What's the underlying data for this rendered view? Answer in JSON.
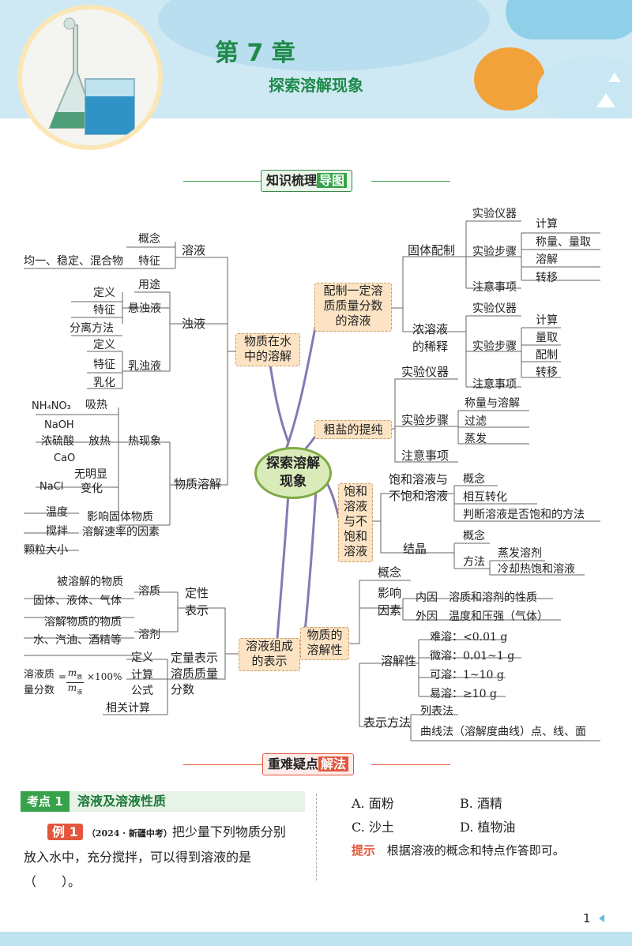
{
  "header": {
    "chapter": "第 7 章",
    "subtitle": "探索溶解现象"
  },
  "section1": {
    "title_plain": "知识梳理",
    "title_hl": "导图"
  },
  "mindmap": {
    "center": [
      "探索溶解",
      "现象"
    ],
    "left_top": {
      "hub": [
        "物质在水",
        "中的溶解"
      ],
      "solution": "溶液",
      "concept": "概念",
      "feature": "特征",
      "feature_desc": "均一、稳定、混合物",
      "turbid": "浊液",
      "use": "用途",
      "suspension": "悬浊液",
      "susp_items": [
        "定义",
        "特征",
        "分离方法"
      ],
      "emulsion": "乳浊液",
      "emul_items": [
        "定义",
        "特征",
        "乳化"
      ],
      "dissolve": "物质溶解",
      "heat": "热现象",
      "absorb": "吸热",
      "release": "放热",
      "no_change": [
        "无明显",
        "变化"
      ],
      "nh4no3": "NH₄NO₃",
      "naoh": "NaOH",
      "h2so4": "浓硫酸",
      "cao": "CaO",
      "nacl": "NaCl",
      "factors": [
        "温度",
        "搅拌",
        "颗粒大小"
      ],
      "rate": [
        "影响固体物质",
        "溶解速率的因素"
      ]
    },
    "left_bottom": {
      "hub": [
        "溶液组成",
        "的表示"
      ],
      "qual": [
        "定性",
        "表示"
      ],
      "solute": "溶质",
      "solute_desc": [
        "被溶解的物质",
        "固体、液体、气体"
      ],
      "solvent": "溶剂",
      "solvent_desc": [
        "溶解物质的物质",
        "水、汽油、酒精等"
      ],
      "quant": [
        "定量表示",
        "溶质质量",
        "分数"
      ],
      "def": "定义",
      "formula": [
        "计算",
        "公式"
      ],
      "formula_left": [
        "溶液质",
        "量分数"
      ],
      "formula_num": "m",
      "formula_num_sub": "质",
      "formula_den": "m",
      "formula_den_sub": "液",
      "formula_eq": "=",
      "formula_tail": "×100%",
      "calc": "相关计算"
    },
    "right_top": {
      "hub": [
        "配制一定溶",
        "质质量分数",
        "的溶液"
      ],
      "solid": "固体配制",
      "instr": "实验仪器",
      "steps": "实验步骤",
      "steps_solid": [
        "计算",
        "称量、量取",
        "溶解",
        "转移"
      ],
      "notes": "注意事项",
      "dilute": [
        "浓溶液",
        "的稀释"
      ],
      "instr2": "实验仪器",
      "steps2": "实验步骤",
      "steps_dilute": [
        "计算",
        "量取",
        "配制",
        "转移"
      ],
      "notes2": "注意事项"
    },
    "right_mid": {
      "hub": "粗盐的提纯",
      "instr": "实验仪器",
      "steps": "实验步骤",
      "step_items": [
        "称量与溶解",
        "过滤",
        "蒸发"
      ],
      "notes": "注意事项"
    },
    "right_sat": {
      "hub": [
        "饱和",
        "溶液",
        "与不",
        "饱和",
        "溶液"
      ],
      "sat": [
        "饱和溶液与",
        "不饱和溶液"
      ],
      "sat_items": [
        "概念",
        "相互转化",
        "判断溶液是否饱和的方法"
      ],
      "cryst": "结晶",
      "cryst_concept": "概念",
      "method": "方法",
      "method_items": [
        "蒸发溶剂",
        "冷却热饱和溶液"
      ]
    },
    "right_bottom": {
      "hub": [
        "物质的",
        "溶解性"
      ],
      "concept": "概念",
      "factor": [
        "影响",
        "因素"
      ],
      "inner": "内因",
      "inner_desc": "溶质和溶剂的性质",
      "outer": "外因",
      "outer_desc": "温度和压强（气体）",
      "solubility": "溶解性",
      "sol_items": [
        "难溶：<0.01 g",
        "微溶：0.01~1 g",
        "可溶：1~10 g",
        "易溶：≥10 g"
      ],
      "express": "表示方法",
      "express_items": [
        "列表法",
        "曲线法（溶解度曲线）点、线、面"
      ]
    }
  },
  "section2": {
    "title_plain": "重难疑点",
    "title_hl": "解法"
  },
  "kaodian": {
    "label": "考点 1",
    "title": "溶液及溶液性质"
  },
  "example": {
    "label": "例 1",
    "source": "（2024 · 新疆中考）",
    "text1": "把少量下列物质分别",
    "text2": "放入水中，充分搅拌，可以得到溶液的是",
    "text3": "（　　）。"
  },
  "options": [
    "A. 面粉",
    "B. 酒精",
    "C. 沙土",
    "D. 植物油"
  ],
  "hint": {
    "label": "提示",
    "text": "根据溶液的概念和特点作答即可。"
  },
  "page_number": "1",
  "colors": {
    "accent_green": "#36a34a",
    "accent_red": "#e2563c",
    "header_blue": "#cfe9f4",
    "node_fill": "#fbe3c4",
    "branch_purple": "#8a78b4"
  }
}
